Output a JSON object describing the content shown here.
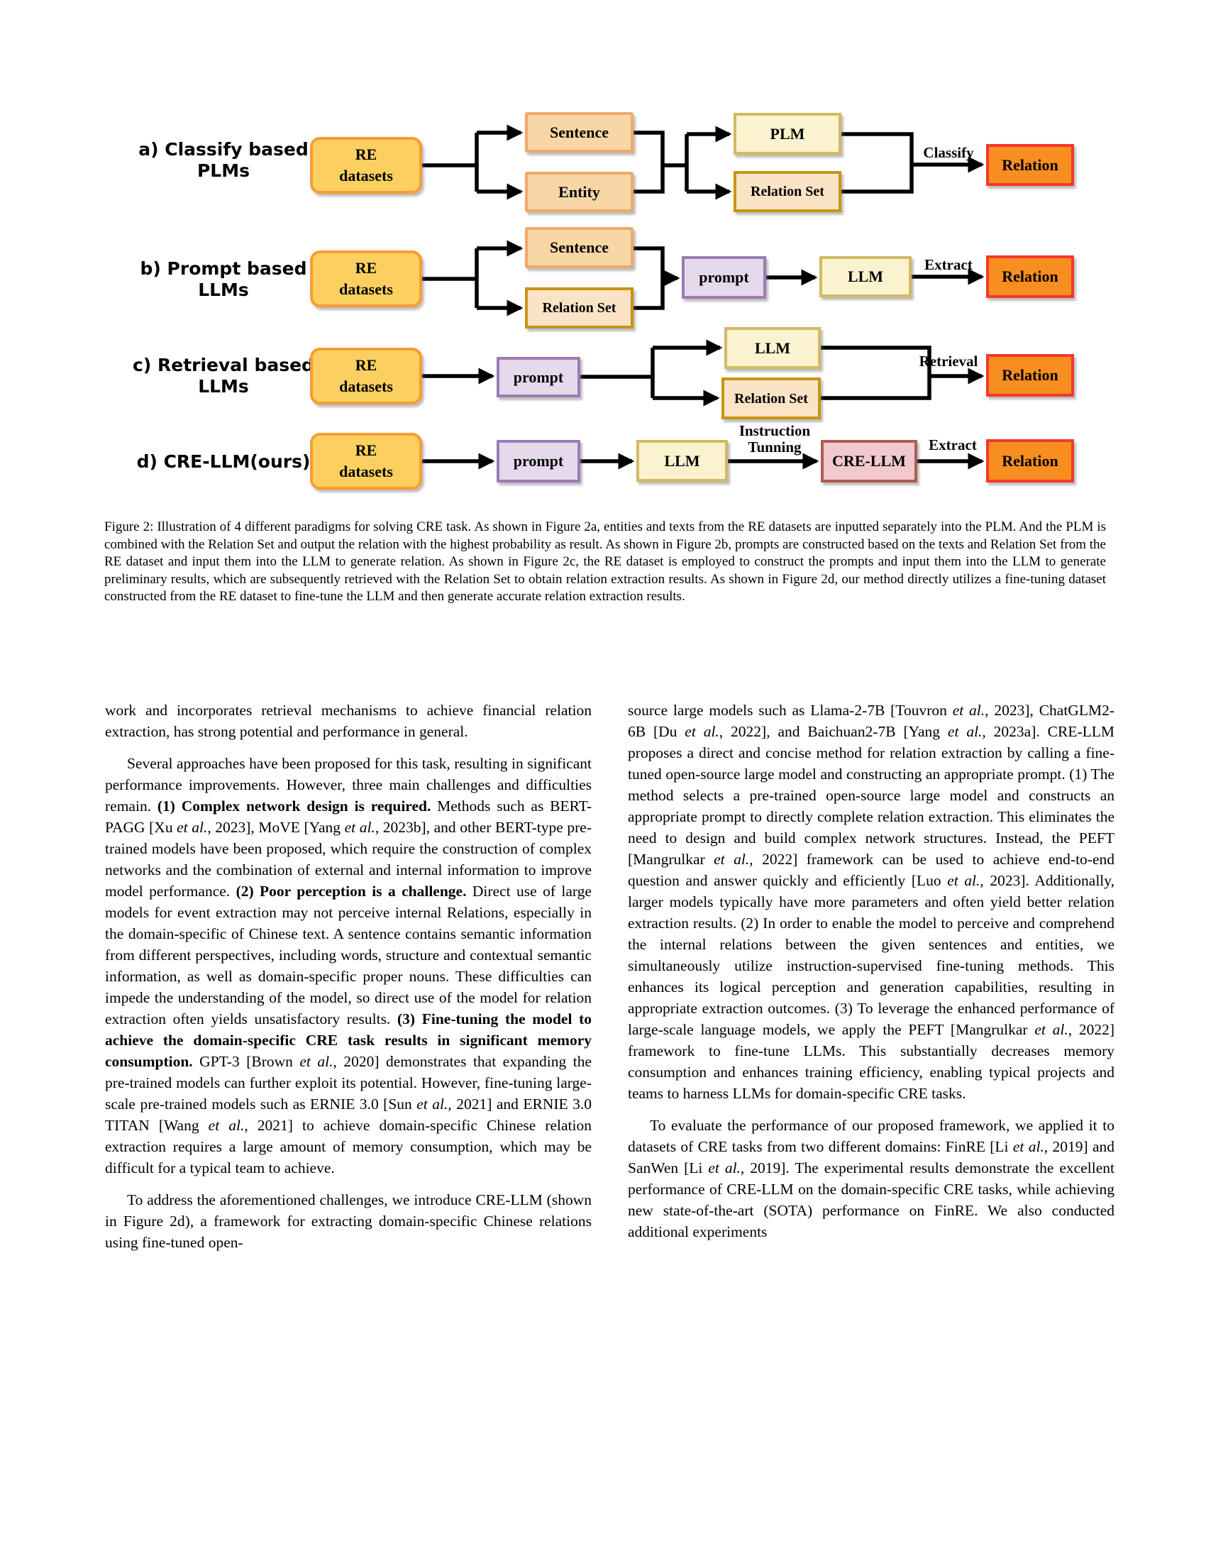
{
  "figure": {
    "colors": {
      "dataset_fill": "#FCD060",
      "dataset_border": "#F59D33",
      "input_fill": "#F8D6A6",
      "input_border": "#EFA968",
      "model_fill": "#FBF3CF",
      "model_border": "#D2B964",
      "relset_fill": "#FBE4C6",
      "relset_border": "#C79512",
      "prompt_fill": "#E5DAEC",
      "prompt_border": "#9D7BB5",
      "crellm_fill": "#F1C9CD",
      "crellm_border": "#B05B51",
      "relation_fill": "#F88E20",
      "relation_border": "#F2392C",
      "arrow": "#000000"
    },
    "row_labels": [
      {
        "line1": "a) Classify based",
        "line2": "PLMs"
      },
      {
        "line1": "b) Prompt based",
        "line2": "LLMs"
      },
      {
        "line1": "c) Retrieval based",
        "line2": "LLMs"
      },
      {
        "line1": "d) CRE-LLM(ours)",
        "line2": ""
      }
    ],
    "nodes": {
      "a_re": {
        "label_lines": [
          "RE",
          "datasets"
        ]
      },
      "a_sentence": {
        "label": "Sentence"
      },
      "a_entity": {
        "label": "Entity"
      },
      "a_plm": {
        "label": "PLM"
      },
      "a_relset": {
        "label": "Relation Set"
      },
      "a_relation": {
        "label": "Relation"
      },
      "b_re": {
        "label_lines": [
          "RE",
          "datasets"
        ]
      },
      "b_sentence": {
        "label": "Sentence"
      },
      "b_relset": {
        "label": "Relation Set"
      },
      "b_prompt": {
        "label": "prompt"
      },
      "b_llm": {
        "label": "LLM"
      },
      "b_relation": {
        "label": "Relation"
      },
      "c_re": {
        "label_lines": [
          "RE",
          "datasets"
        ]
      },
      "c_prompt": {
        "label": "prompt"
      },
      "c_llm": {
        "label": "LLM"
      },
      "c_relset": {
        "label": "Relation Set"
      },
      "c_relation": {
        "label": "Relation"
      },
      "d_re": {
        "label_lines": [
          "RE",
          "datasets"
        ]
      },
      "d_prompt": {
        "label": "prompt"
      },
      "d_llm": {
        "label": "LLM"
      },
      "d_crellm": {
        "label": "CRE-LLM"
      },
      "d_relation": {
        "label": "Relation"
      }
    },
    "edge_labels": {
      "classify": "Classify",
      "extract_b": "Extract",
      "retrieval": "Retrieval",
      "instruction": "Instruction",
      "tunning": "Tunning",
      "extract_d": "Extract"
    }
  },
  "caption": {
    "text": "Figure 2: Illustration of 4 different paradigms for solving CRE task.  As shown in Figure 2a, entities and texts from the RE datasets are inputted separately into the PLM. And the PLM is combined with the Relation Set and output the relation with the highest probability as result.  As shown in Figure 2b, prompts are constructed based on the texts and Relation Set from the RE dataset and input them into the LLM to generate relation.  As shown in Figure 2c, the RE dataset is employed to construct the prompts and input them into the LLM to generate preliminary results, which are subsequently retrieved with the Relation Set to obtain relation extraction results. As shown in Figure 2d, our method directly utilizes a fine-tuning dataset constructed from the RE dataset to fine-tune the LLM and then generate accurate relation extraction results."
  },
  "columns": {
    "left": {
      "paragraphs": [
        {
          "segments": [
            {
              "t": "work and incorporates retrieval mechanisms to achieve financial relation extraction, has strong potential and performance in general."
            }
          ]
        },
        {
          "segments": [
            {
              "t": "Several approaches have been proposed for this task, resulting in significant performance improvements.  However, three main challenges and difficulties remain.  "
            },
            {
              "t": "(1) Complex network design is required.",
              "b": true
            },
            {
              "t": " Methods such as BERT-PAGG [Xu "
            },
            {
              "t": "et al.",
              "i": true
            },
            {
              "t": ", 2023], MoVE [Yang "
            },
            {
              "t": "et al.",
              "i": true
            },
            {
              "t": ", 2023b], and other BERT-type pre-trained models have been proposed, which require the construction of complex networks and the combination of external and internal information to improve model performance. "
            },
            {
              "t": "(2) Poor perception is a challenge.",
              "b": true
            },
            {
              "t": " Direct use of large models for event extraction may not perceive internal Relations, especially in the domain-specific of Chinese text. A sentence contains semantic information from different perspectives, including words, structure and contextual semantic information, as well as domain-specific proper nouns.  These difficulties can impede the understanding of the model, so direct use of the model for relation extraction often yields unsatisfactory results.  "
            },
            {
              "t": "(3) Fine-tuning the model to achieve the domain-specific CRE task results in significant memory consumption.",
              "b": true
            },
            {
              "t": " GPT-3 [Brown "
            },
            {
              "t": "et al.",
              "i": true
            },
            {
              "t": ", 2020] demonstrates that expanding the pre-trained models can further exploit its potential.  However, fine-tuning large-scale pre-trained models such as ERNIE 3.0 [Sun "
            },
            {
              "t": "et al.",
              "i": true
            },
            {
              "t": ", 2021] and ERNIE 3.0 TITAN [Wang "
            },
            {
              "t": "et al.",
              "i": true
            },
            {
              "t": ", 2021] to achieve domain-specific Chinese relation extraction requires a large amount of memory consumption, which may be difficult for a typical team to achieve."
            }
          ]
        },
        {
          "segments": [
            {
              "t": "To address the aforementioned challenges, we introduce CRE-LLM (shown in Figure 2d), a framework for extracting domain-specific Chinese relations using fine-tuned open-"
            }
          ]
        }
      ]
    },
    "right": {
      "paragraphs": [
        {
          "segments": [
            {
              "t": "source large models such as Llama-2-7B [Touvron "
            },
            {
              "t": "et al.",
              "i": true
            },
            {
              "t": ", 2023], ChatGLM2-6B [Du "
            },
            {
              "t": "et al.",
              "i": true
            },
            {
              "t": ", 2022], and Baichuan2-7B [Yang "
            },
            {
              "t": "et al.",
              "i": true
            },
            {
              "t": ", 2023a]. CRE-LLM proposes a direct and concise method for relation extraction by calling a fine-tuned open-source large model and constructing an appropriate prompt. (1) The method selects a pre-trained open-source large model and constructs an appropriate prompt to directly complete relation extraction.  This eliminates the need to design and build complex network structures.  Instead, the PEFT [Mangrulkar "
            },
            {
              "t": "et al.",
              "i": true
            },
            {
              "t": ", 2022] framework can be used to achieve end-to-end question and answer quickly and efficiently [Luo "
            },
            {
              "t": "et al.",
              "i": true
            },
            {
              "t": ", 2023].  Additionally, larger models typically have more parameters and often yield better relation extraction results. (2) In order to enable the model to perceive and comprehend the internal relations between the given sentences and entities, we simultaneously utilize instruction-supervised fine-tuning methods. This enhances its logical perception and generation capabilities, resulting in appropriate extraction outcomes.  (3) To leverage the enhanced performance of large-scale language models, we apply the PEFT [Mangrulkar "
            },
            {
              "t": "et al.",
              "i": true
            },
            {
              "t": ", 2022] framework to fine-tune LLMs.  This substantially decreases memory consumption and enhances training efficiency, enabling typical projects and teams to harness LLMs for domain-specific CRE tasks."
            }
          ]
        },
        {
          "segments": [
            {
              "t": "To evaluate the performance of our proposed framework, we applied it to datasets of CRE tasks from two different domains:  FinRE [Li "
            },
            {
              "t": "et al.",
              "i": true
            },
            {
              "t": ", 2019] and SanWen [Li "
            },
            {
              "t": "et al.",
              "i": true
            },
            {
              "t": ", 2019].  The experimental results demonstrate the excellent performance of CRE-LLM on the domain-specific CRE tasks, while achieving new state-of-the-art (SOTA) performance on FinRE. We also conducted additional experiments"
            }
          ]
        }
      ]
    }
  }
}
